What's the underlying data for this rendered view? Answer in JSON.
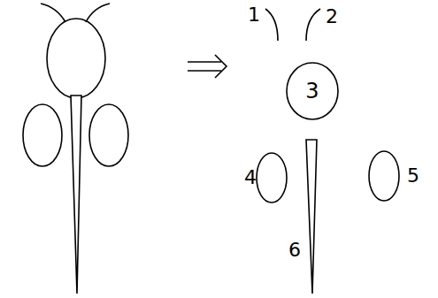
{
  "diagram": {
    "nodes": [
      {
        "text": [
          "3"
        ]
      }
    ],
    "labels": [
      "1",
      "2",
      "4",
      "5",
      "6"
    ]
  }
}
